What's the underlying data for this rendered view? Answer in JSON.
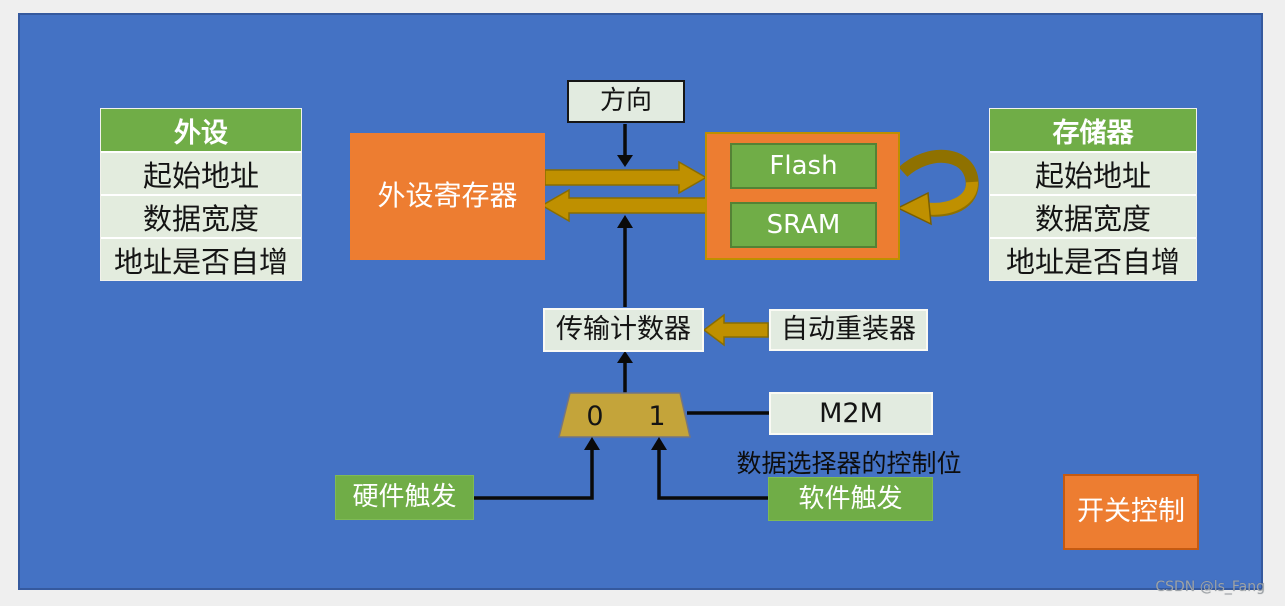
{
  "colors": {
    "board_blue": "#4472C4",
    "orange": "#ED7D31",
    "green": "#70AD47",
    "gold_arrow": "#BF9000",
    "mux_gold": "#C4A43A",
    "light_panel": "#E2EBE0",
    "table_row": "#E3ECDE"
  },
  "peripheral_table": {
    "header": "外设",
    "rows": [
      "起始地址",
      "数据宽度",
      "地址是否自增"
    ]
  },
  "memory_table": {
    "header": "存储器",
    "rows": [
      "起始地址",
      "数据宽度",
      "地址是否自增"
    ]
  },
  "boxes": {
    "direction": "方向",
    "peripheral_register": "外设寄存器",
    "flash": "Flash",
    "sram": "SRAM",
    "transfer_counter": "传输计数器",
    "auto_reload": "自动重装器",
    "m2m": "M2M",
    "hardware_trigger": "硬件触发",
    "software_trigger": "软件触发",
    "switch_control": "开关控制"
  },
  "mux": {
    "input0": "0",
    "input1": "1",
    "note": "数据选择器的控制位"
  },
  "watermark": "CSDN @ls_Fang"
}
